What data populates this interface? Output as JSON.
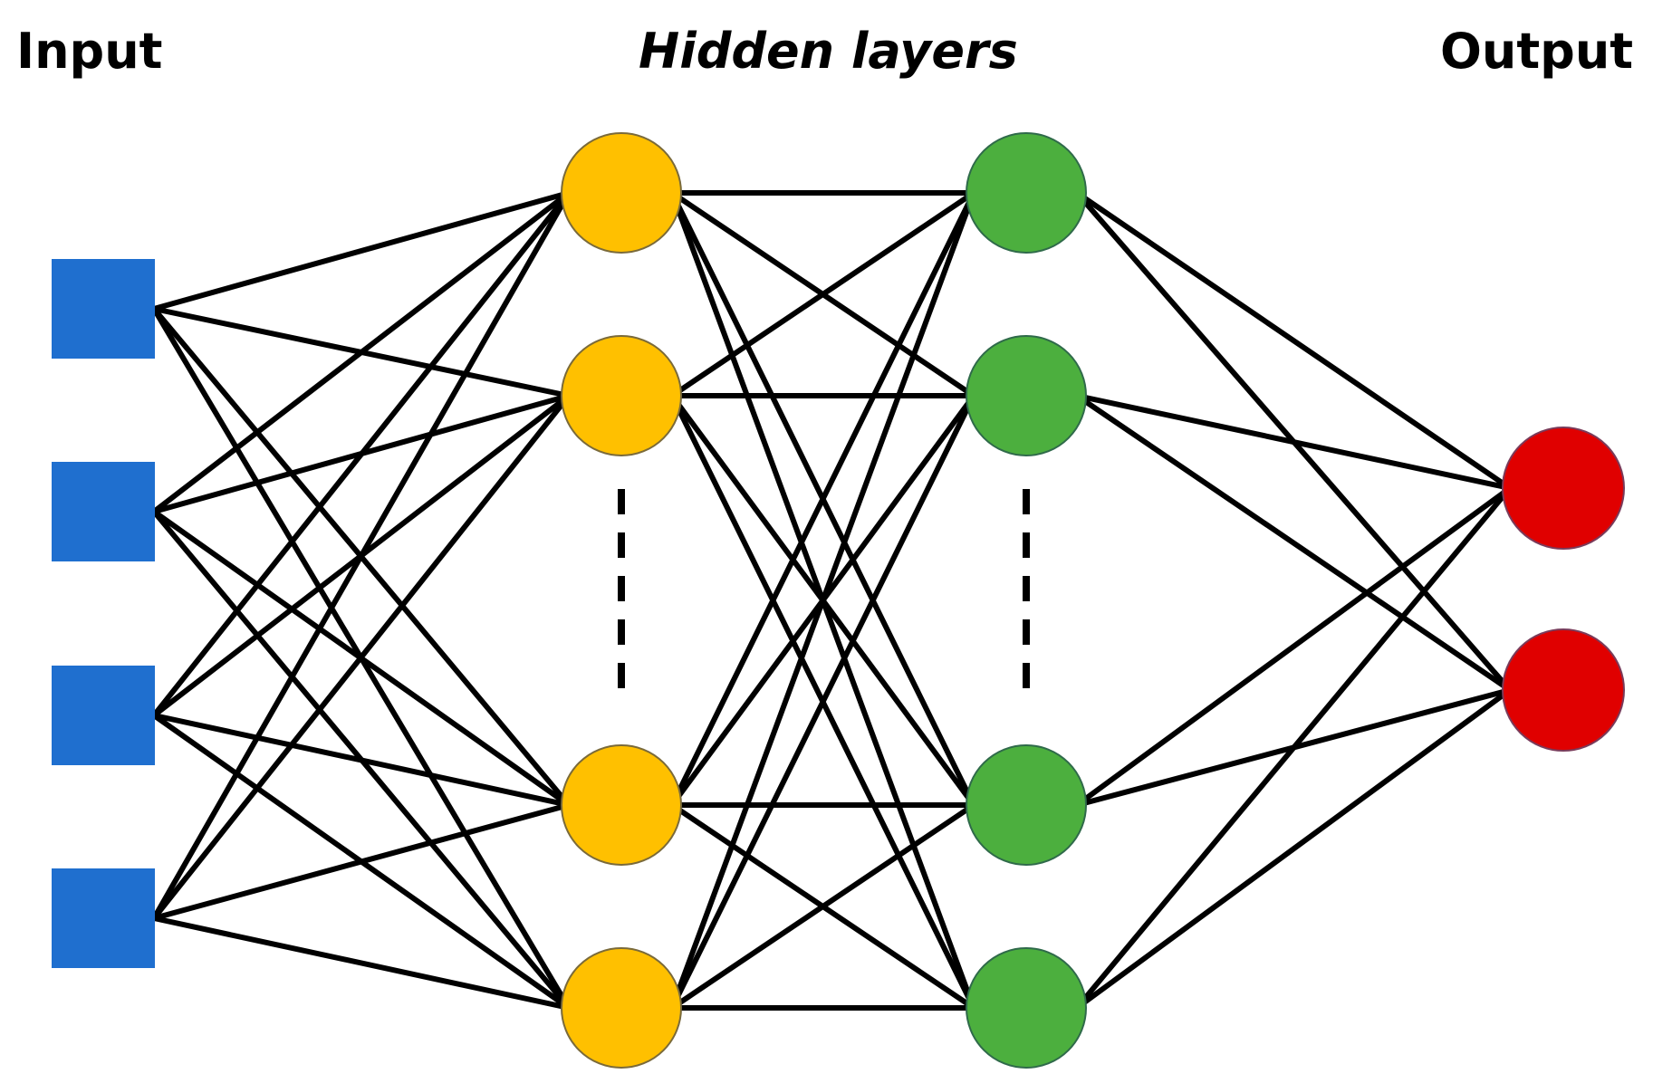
{
  "labels": {
    "input": "Input",
    "hidden": "Hidden layers",
    "output": "Output"
  },
  "colors": {
    "input": "#1f6fcf",
    "hidden1": "#ffc000",
    "hidden1_stroke": "#7a6a3a",
    "hidden2": "#4caf3e",
    "hidden2_stroke": "#2f6a4a",
    "output": "#e00000",
    "output_stroke": "#7a3b5a",
    "edge": "#000000"
  },
  "layers": [
    {
      "name": "input",
      "shape": "square",
      "node_count": 4,
      "ellipsis": false
    },
    {
      "name": "hidden-1",
      "shape": "circle",
      "node_count": 4,
      "ellipsis": true
    },
    {
      "name": "hidden-2",
      "shape": "circle",
      "node_count": 4,
      "ellipsis": true
    },
    {
      "name": "output",
      "shape": "circle",
      "node_count": 2,
      "ellipsis": false
    }
  ],
  "connectivity": "fully-connected"
}
